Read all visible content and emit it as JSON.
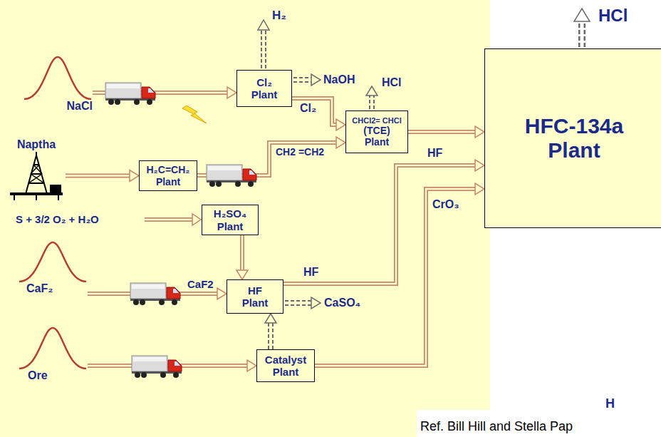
{
  "diagram": {
    "nodes": [
      {
        "text": [
          "NaCl"
        ]
      },
      {
        "text": [
          "Cl₂ Plant"
        ]
      },
      {
        "text": [
          "CHCl2= CHCl",
          "(TCE) Plant"
        ]
      },
      {
        "text": [
          "HFC-134a Plant"
        ]
      },
      {
        "text": [
          "Naptha"
        ]
      },
      {
        "text": [
          "H₂C=CH₂ Plant"
        ]
      },
      {
        "text": [
          "H₂SO₄ Plant"
        ]
      },
      {
        "text": [
          "CaF₂"
        ]
      },
      {
        "text": [
          "HF Plant"
        ]
      },
      {
        "text": [
          "Ore"
        ]
      },
      {
        "text": [
          "Catalyst Plant"
        ]
      }
    ],
    "edges": [
      {
        "from": 0,
        "to": 1,
        "arrow": "to"
      },
      {
        "from": 1,
        "to": 2,
        "label": "Cl₂",
        "arrow": "to"
      },
      {
        "from": 4,
        "to": 5,
        "arrow": "to"
      },
      {
        "from": 5,
        "to": 2,
        "label": "CH2 =CH2",
        "arrow": "to"
      },
      {
        "from": 2,
        "to": 3,
        "arrow": "to"
      },
      {
        "from": 6,
        "to": 8,
        "arrow": "to"
      },
      {
        "from": 7,
        "to": 8,
        "label": "CaF2",
        "arrow": "to"
      },
      {
        "from": 8,
        "to": 3,
        "label": "HF",
        "arrow": "to"
      },
      {
        "from": 9,
        "to": 10,
        "arrow": "to"
      },
      {
        "from": 10,
        "to": 8,
        "arrow": "to"
      },
      {
        "from": 10,
        "to": 3,
        "label": "CrO₃",
        "arrow": "to"
      }
    ],
    "labels": [
      "H₂",
      "NaOH",
      "HCl",
      "HCl",
      "S + 3/2 O₂ + H₂O",
      "HF",
      "CaSO₄",
      "H",
      "Ref. Bill Hill and Stella Pap"
    ]
  }
}
